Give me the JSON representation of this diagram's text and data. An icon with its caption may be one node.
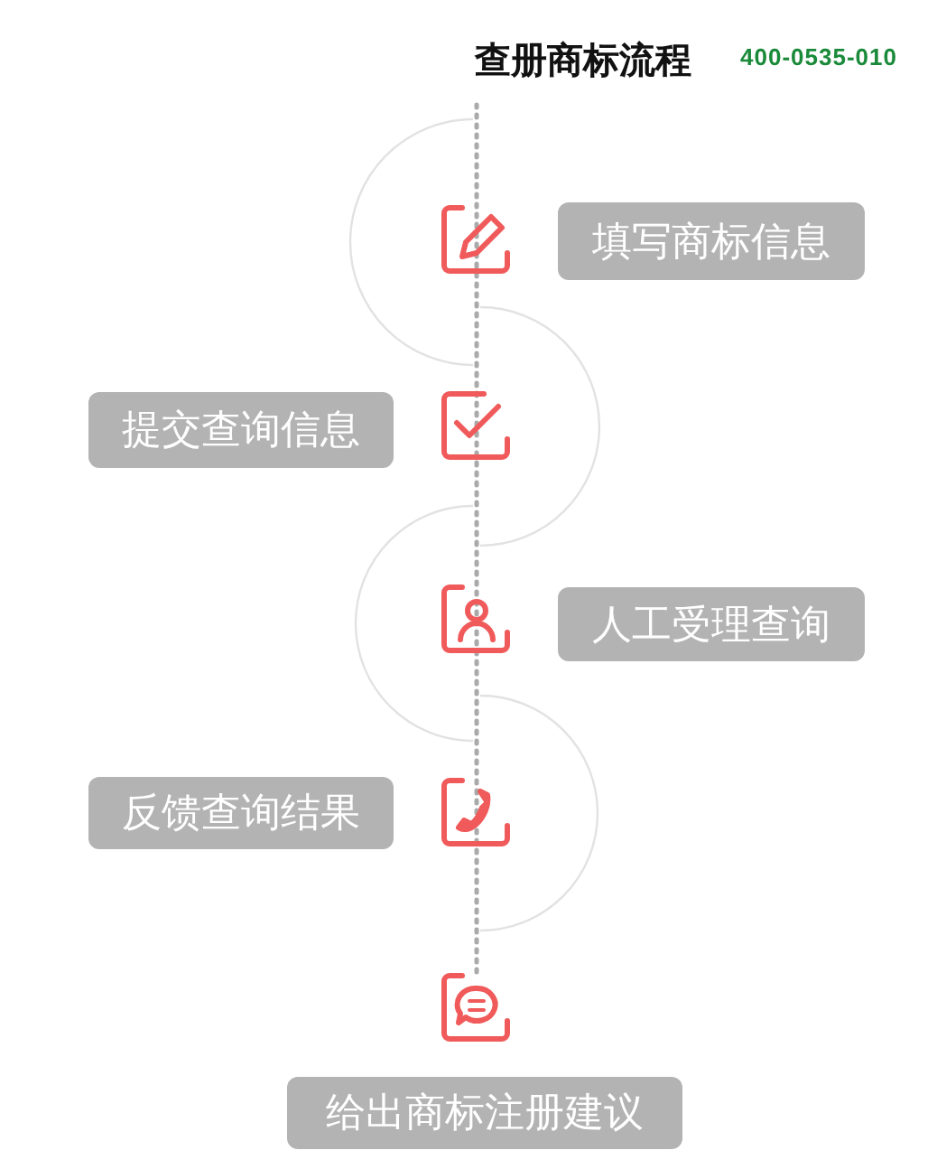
{
  "diagram": {
    "title": "查册商标流程",
    "nodes": [
      {
        "text": [
          "填写商标信息"
        ]
      },
      {
        "text": [
          "提交查询信息"
        ]
      },
      {
        "text": [
          "人工受理查询"
        ]
      },
      {
        "text": [
          "反馈查询结果"
        ]
      },
      {
        "text": [
          "给出商标注册建议"
        ]
      }
    ],
    "labels": [
      "400-0535-010"
    ]
  }
}
